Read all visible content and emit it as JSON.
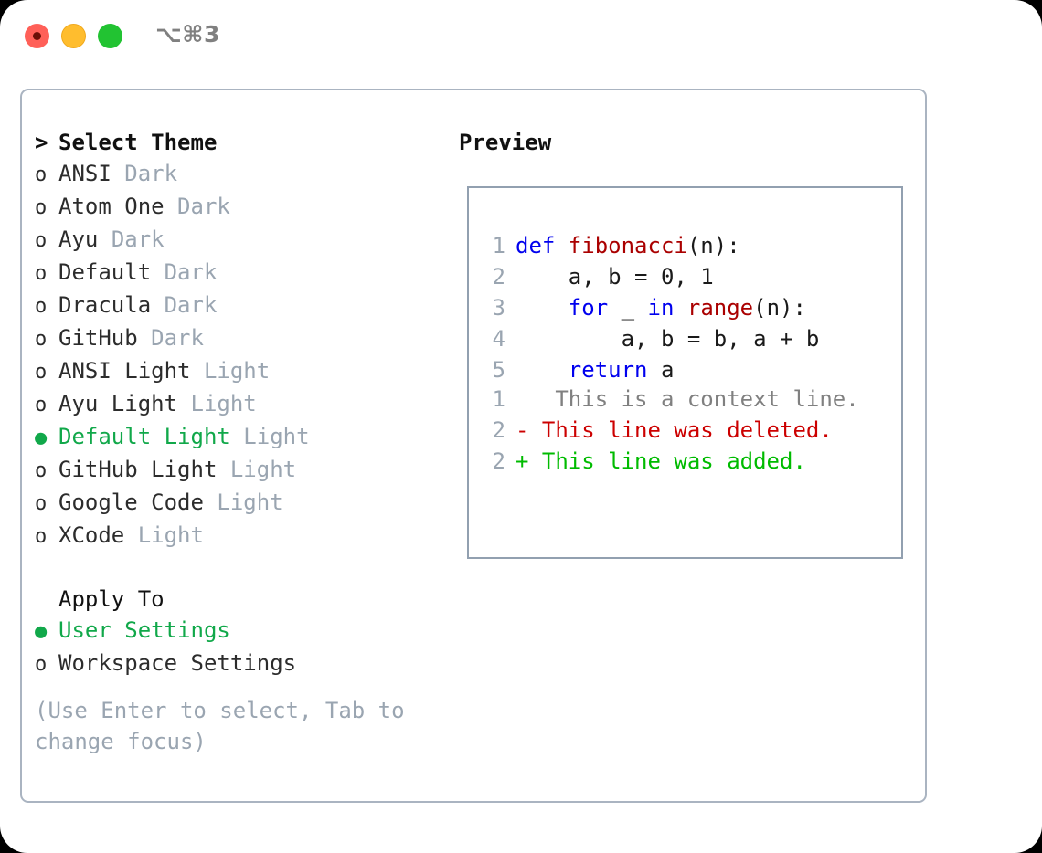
{
  "window": {
    "shortcut_label": "⌥⌘3",
    "traffic_lights": [
      {
        "name": "close",
        "color": "#ff6058"
      },
      {
        "name": "minimize",
        "color": "#ffbd2e"
      },
      {
        "name": "zoom",
        "color": "#22c332"
      }
    ]
  },
  "colors": {
    "selected_green": "#11a84a",
    "muted_grey": "#9aa5b1",
    "keyword_blue": "#0000ee",
    "function_red": "#aa0000",
    "diff_deleted": "#cc0000",
    "diff_added": "#00bb00",
    "panel_border": "#aab4c1",
    "preview_border": "#92a0b0"
  },
  "theme_list": {
    "header_marker": ">",
    "header_label": "Select Theme",
    "items": [
      {
        "marker": "o",
        "label": "ANSI",
        "tag": "Dark",
        "selected": false
      },
      {
        "marker": "o",
        "label": "Atom One",
        "tag": "Dark",
        "selected": false
      },
      {
        "marker": "o",
        "label": "Ayu",
        "tag": "Dark",
        "selected": false
      },
      {
        "marker": "o",
        "label": "Default",
        "tag": "Dark",
        "selected": false
      },
      {
        "marker": "o",
        "label": "Dracula",
        "tag": "Dark",
        "selected": false
      },
      {
        "marker": "o",
        "label": "GitHub",
        "tag": "Dark",
        "selected": false
      },
      {
        "marker": "o",
        "label": "ANSI Light",
        "tag": "Light",
        "selected": false
      },
      {
        "marker": "o",
        "label": "Ayu Light",
        "tag": "Light",
        "selected": false
      },
      {
        "marker": "●",
        "label": "Default Light",
        "tag": "Light",
        "selected": true
      },
      {
        "marker": "o",
        "label": "GitHub Light",
        "tag": "Light",
        "selected": false
      },
      {
        "marker": "o",
        "label": "Google Code",
        "tag": "Light",
        "selected": false
      },
      {
        "marker": "o",
        "label": "XCode",
        "tag": "Light",
        "selected": false
      }
    ]
  },
  "apply_to": {
    "header_marker": " ",
    "header_label": "Apply To",
    "items": [
      {
        "marker": "●",
        "label": "User Settings",
        "selected": true
      },
      {
        "marker": "o",
        "label": "Workspace Settings",
        "selected": false
      }
    ]
  },
  "hint": {
    "text": "(Use Enter to select, Tab to change focus)"
  },
  "preview": {
    "title": "Preview",
    "code_lines": [
      {
        "number": "1",
        "tokens": [
          {
            "text": "def ",
            "kind": "kw"
          },
          {
            "text": "fibonacci",
            "kind": "fn"
          },
          {
            "text": "(n):",
            "kind": "plain"
          }
        ]
      },
      {
        "number": "2",
        "tokens": [
          {
            "text": "    a, b = 0, 1",
            "kind": "plain"
          }
        ]
      },
      {
        "number": "3",
        "tokens": [
          {
            "text": "    ",
            "kind": "plain"
          },
          {
            "text": "for",
            "kind": "kw"
          },
          {
            "text": " _ ",
            "kind": "plain"
          },
          {
            "text": "in",
            "kind": "kw"
          },
          {
            "text": " ",
            "kind": "plain"
          },
          {
            "text": "range",
            "kind": "fn"
          },
          {
            "text": "(n):",
            "kind": "plain"
          }
        ]
      },
      {
        "number": "4",
        "tokens": [
          {
            "text": "        a, b = b, a + b",
            "kind": "plain"
          }
        ]
      },
      {
        "number": "5",
        "tokens": [
          {
            "text": "    ",
            "kind": "plain"
          },
          {
            "text": "return",
            "kind": "kw"
          },
          {
            "text": " a",
            "kind": "plain"
          }
        ]
      }
    ],
    "diff_lines": [
      {
        "number": "1",
        "sign": " ",
        "text": "  This is a context line.",
        "kind": "ctx"
      },
      {
        "number": "2",
        "sign": "-",
        "text": " This line was deleted.",
        "kind": "del"
      },
      {
        "number": "2",
        "sign": "+",
        "text": " This line was added.",
        "kind": "add"
      }
    ]
  }
}
